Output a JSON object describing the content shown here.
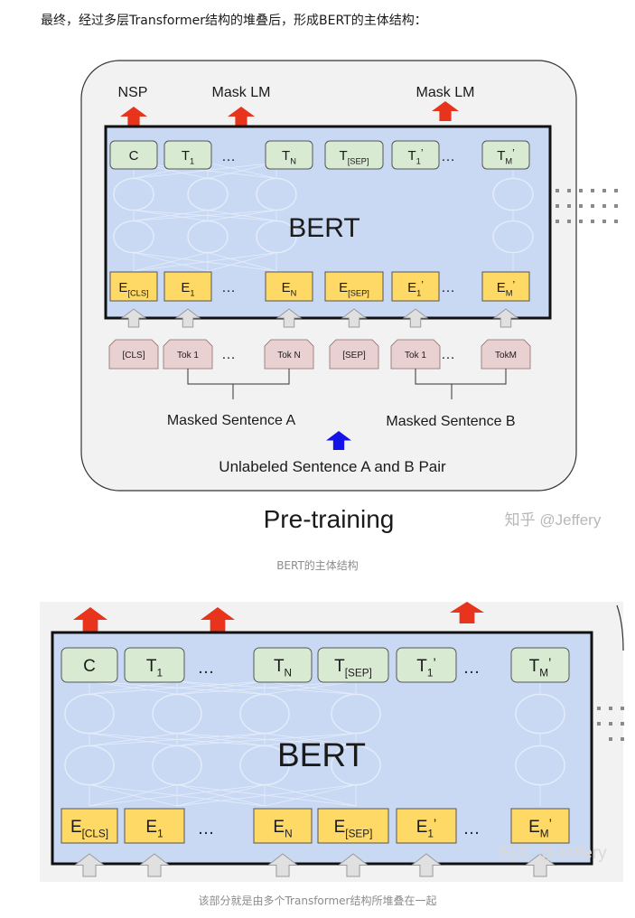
{
  "intro_text": "最终，经过多层Transformer结构的堆叠后，形成BERT的主体结构：",
  "figure1": {
    "outputs": {
      "nsp": "NSP",
      "mask_lm_1": "Mask LM",
      "mask_lm_2": "Mask LM"
    },
    "top_tokens": [
      "C",
      "T",
      "…",
      "T",
      "T",
      "T",
      "…",
      "T"
    ],
    "top_subs": [
      "",
      "1",
      "",
      "N",
      "[SEP]",
      "1",
      "",
      "M"
    ],
    "top_primes": [
      "",
      "",
      "",
      "",
      "",
      "’",
      "",
      "’"
    ],
    "model_label": "BERT",
    "embeddings": [
      "E",
      "E",
      "…",
      "E",
      "E",
      "E",
      "…",
      "E"
    ],
    "embedding_subs": [
      "[CLS]",
      "1",
      "",
      "N",
      "[SEP]",
      "1",
      "",
      "M"
    ],
    "embedding_primes": [
      "",
      "",
      "",
      "",
      "",
      "’",
      "",
      "’"
    ],
    "input_tokens": [
      "[CLS]",
      "Tok 1",
      "…",
      "Tok N",
      "[SEP]",
      "Tok 1",
      "…",
      "TokM"
    ],
    "sentence_a": "Masked Sentence A",
    "sentence_b": "Masked Sentence B",
    "pair_label": "Unlabeled Sentence A and B Pair",
    "stage_title": "Pre-training",
    "watermark": "知乎 @Jeffery",
    "colors": {
      "panel_bg": "#f2f2f2",
      "bert_bg": "#c9d9f4",
      "top_box": "#d9ead3",
      "emb_box": "#ffd966",
      "tok_box": "#ead1d1",
      "red_arrow": "#e8341c",
      "blue_arrow": "#1414e6",
      "grey_arrow": "#e0e0e0"
    }
  },
  "caption1": "BERT的主体结构",
  "figure2": {
    "top_tokens": [
      "C",
      "T",
      "…",
      "T",
      "T",
      "T",
      "…",
      "T"
    ],
    "top_subs": [
      "",
      "1",
      "",
      "N",
      "[SEP]",
      "1",
      "",
      "M"
    ],
    "top_primes": [
      "",
      "",
      "",
      "",
      "",
      "’",
      "",
      "’"
    ],
    "model_label": "BERT",
    "embeddings": [
      "E",
      "E",
      "…",
      "E",
      "E",
      "E",
      "…",
      "E"
    ],
    "embedding_subs": [
      "[CLS]",
      "1",
      "",
      "N",
      "[SEP]",
      "1",
      "",
      "M"
    ],
    "embedding_primes": [
      "",
      "",
      "",
      "",
      "",
      "’",
      "",
      "’"
    ],
    "watermark": "知乎 @Jeffery"
  },
  "caption2": "该部分就是由多个Transformer结构所堆叠在一起"
}
